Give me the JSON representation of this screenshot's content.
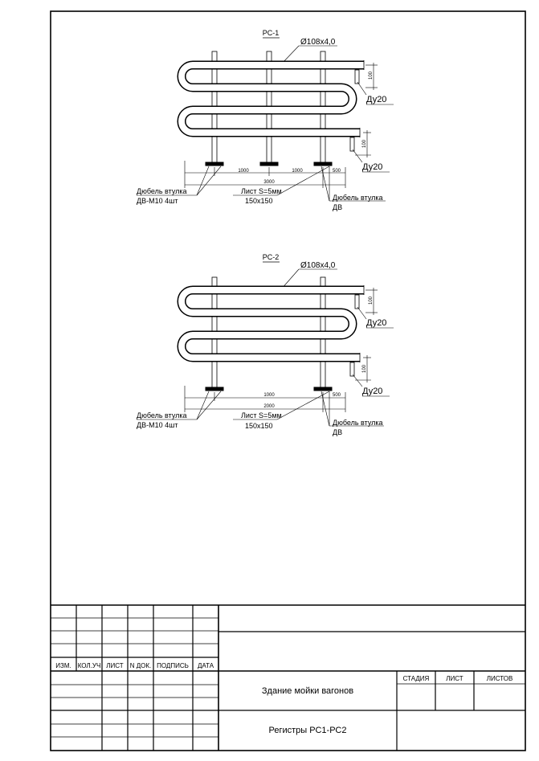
{
  "drawings": [
    {
      "title": "РС-1",
      "pipe_label": "Ø108x4,0",
      "dim_100_top": "100",
      "dim_100_bottom": "100",
      "du_top": "Ду20",
      "du_bottom": "Ду20",
      "dims_upper": [
        "1000",
        "1000",
        "500"
      ],
      "dim_total": "3000",
      "note_left_1": "Дюбель втулка",
      "note_left_2": "ДВ-М10  4шт",
      "note_center_1": "Лист  S=5мм",
      "note_center_2": "150x150",
      "note_right_1": "Дюбель втулка",
      "note_right_2": "ДВ"
    },
    {
      "title": "РС-2",
      "pipe_label": "Ø108x4,0",
      "dim_100_top": "100",
      "dim_100_bottom": "100",
      "du_top": "Ду20",
      "du_bottom": "Ду20",
      "dims_upper": [
        "1000",
        "500"
      ],
      "dim_total": "2000",
      "note_left_1": "Дюбель втулка",
      "note_left_2": "ДВ-М10  4шт",
      "note_center_1": "Лист  S=5мм",
      "note_center_2": "150x150",
      "note_right_1": "Дюбель втулка",
      "note_right_2": "ДВ"
    }
  ],
  "title_block": {
    "headers": [
      "ИЗМ.",
      "КОЛ.УЧ",
      "ЛИСТ",
      "N ДОК.",
      "ПОДПИСЬ",
      "ДАТА"
    ],
    "stage_headers": [
      "СТАДИЯ",
      "ЛИСТ",
      "ЛИСТОВ"
    ],
    "building": "Здание мойки вагонов",
    "sheet_title": "Регистры РС1-РС2"
  }
}
